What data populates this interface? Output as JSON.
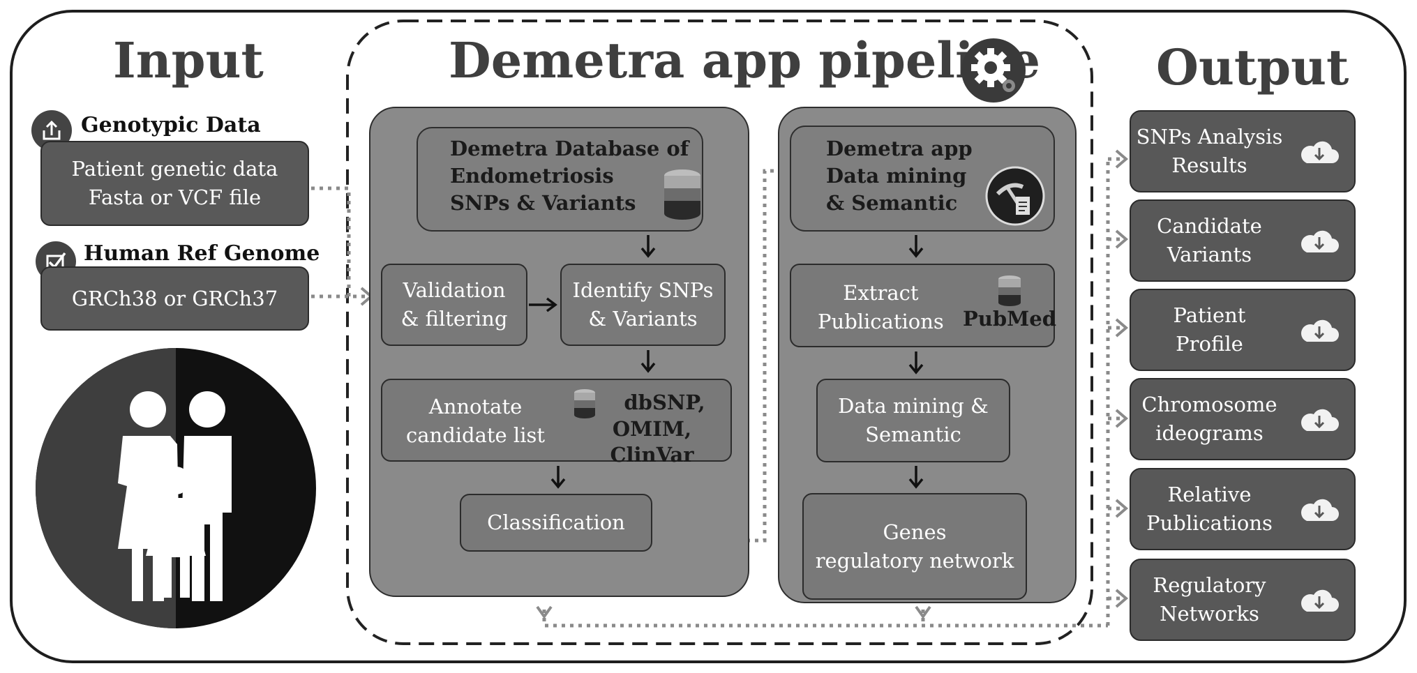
{
  "titles": {
    "input": "Input",
    "pipeline": "Demetra app pipeline",
    "output": "Output"
  },
  "input": {
    "genotypic_label": "Genotypic Data",
    "patient_line1": "Patient genetic data",
    "patient_line2": "Fasta or VCF file",
    "ref_label": "Human Ref Genome",
    "ref_text": "GRCh38 or GRCh37"
  },
  "left_panel": {
    "db_line1": "Demetra Database of",
    "db_line2": "Endometriosis",
    "db_line3": "SNPs & Variants",
    "validation_line1": "Validation",
    "validation_line2": "& filtering",
    "identify_line1": "Identify SNPs",
    "identify_line2": "& Variants",
    "annotate_line1": "Annotate",
    "annotate_line2": "candidate list",
    "sources_line1": "dbSNP,",
    "sources_line2": "OMIM, ClinVar",
    "classification": "Classification"
  },
  "right_panel": {
    "header_line1": "Demetra app",
    "header_line2": "Data mining",
    "header_line3": "& Semantic",
    "extract_line1": "Extract",
    "extract_line2": "Publications",
    "pubmed": "PubMed",
    "mining_line1": "Data mining &",
    "mining_line2": "Semantic",
    "genes_line1": "Genes",
    "genes_line2": "regulatory network"
  },
  "outputs": [
    {
      "line1": "SNPs Analysis",
      "line2": "Results"
    },
    {
      "line1": "Candidate",
      "line2": "Variants"
    },
    {
      "line1": "Patient",
      "line2": "Profile"
    },
    {
      "line1": "Chromosome",
      "line2": "ideograms"
    },
    {
      "line1": "Relative",
      "line2": "Publications"
    },
    {
      "line1": "Regulatory",
      "line2": "Networks"
    }
  ],
  "icons": [
    "upload-icon",
    "checkbox-icon",
    "gear-icon",
    "database-icon",
    "mining-pick-icon",
    "cloud-download-icon",
    "family-icon"
  ],
  "colors": {
    "dark_box": "#595959",
    "mid_box": "#797979",
    "panel": "#8a8a8a",
    "title": "#3f3f3f"
  }
}
